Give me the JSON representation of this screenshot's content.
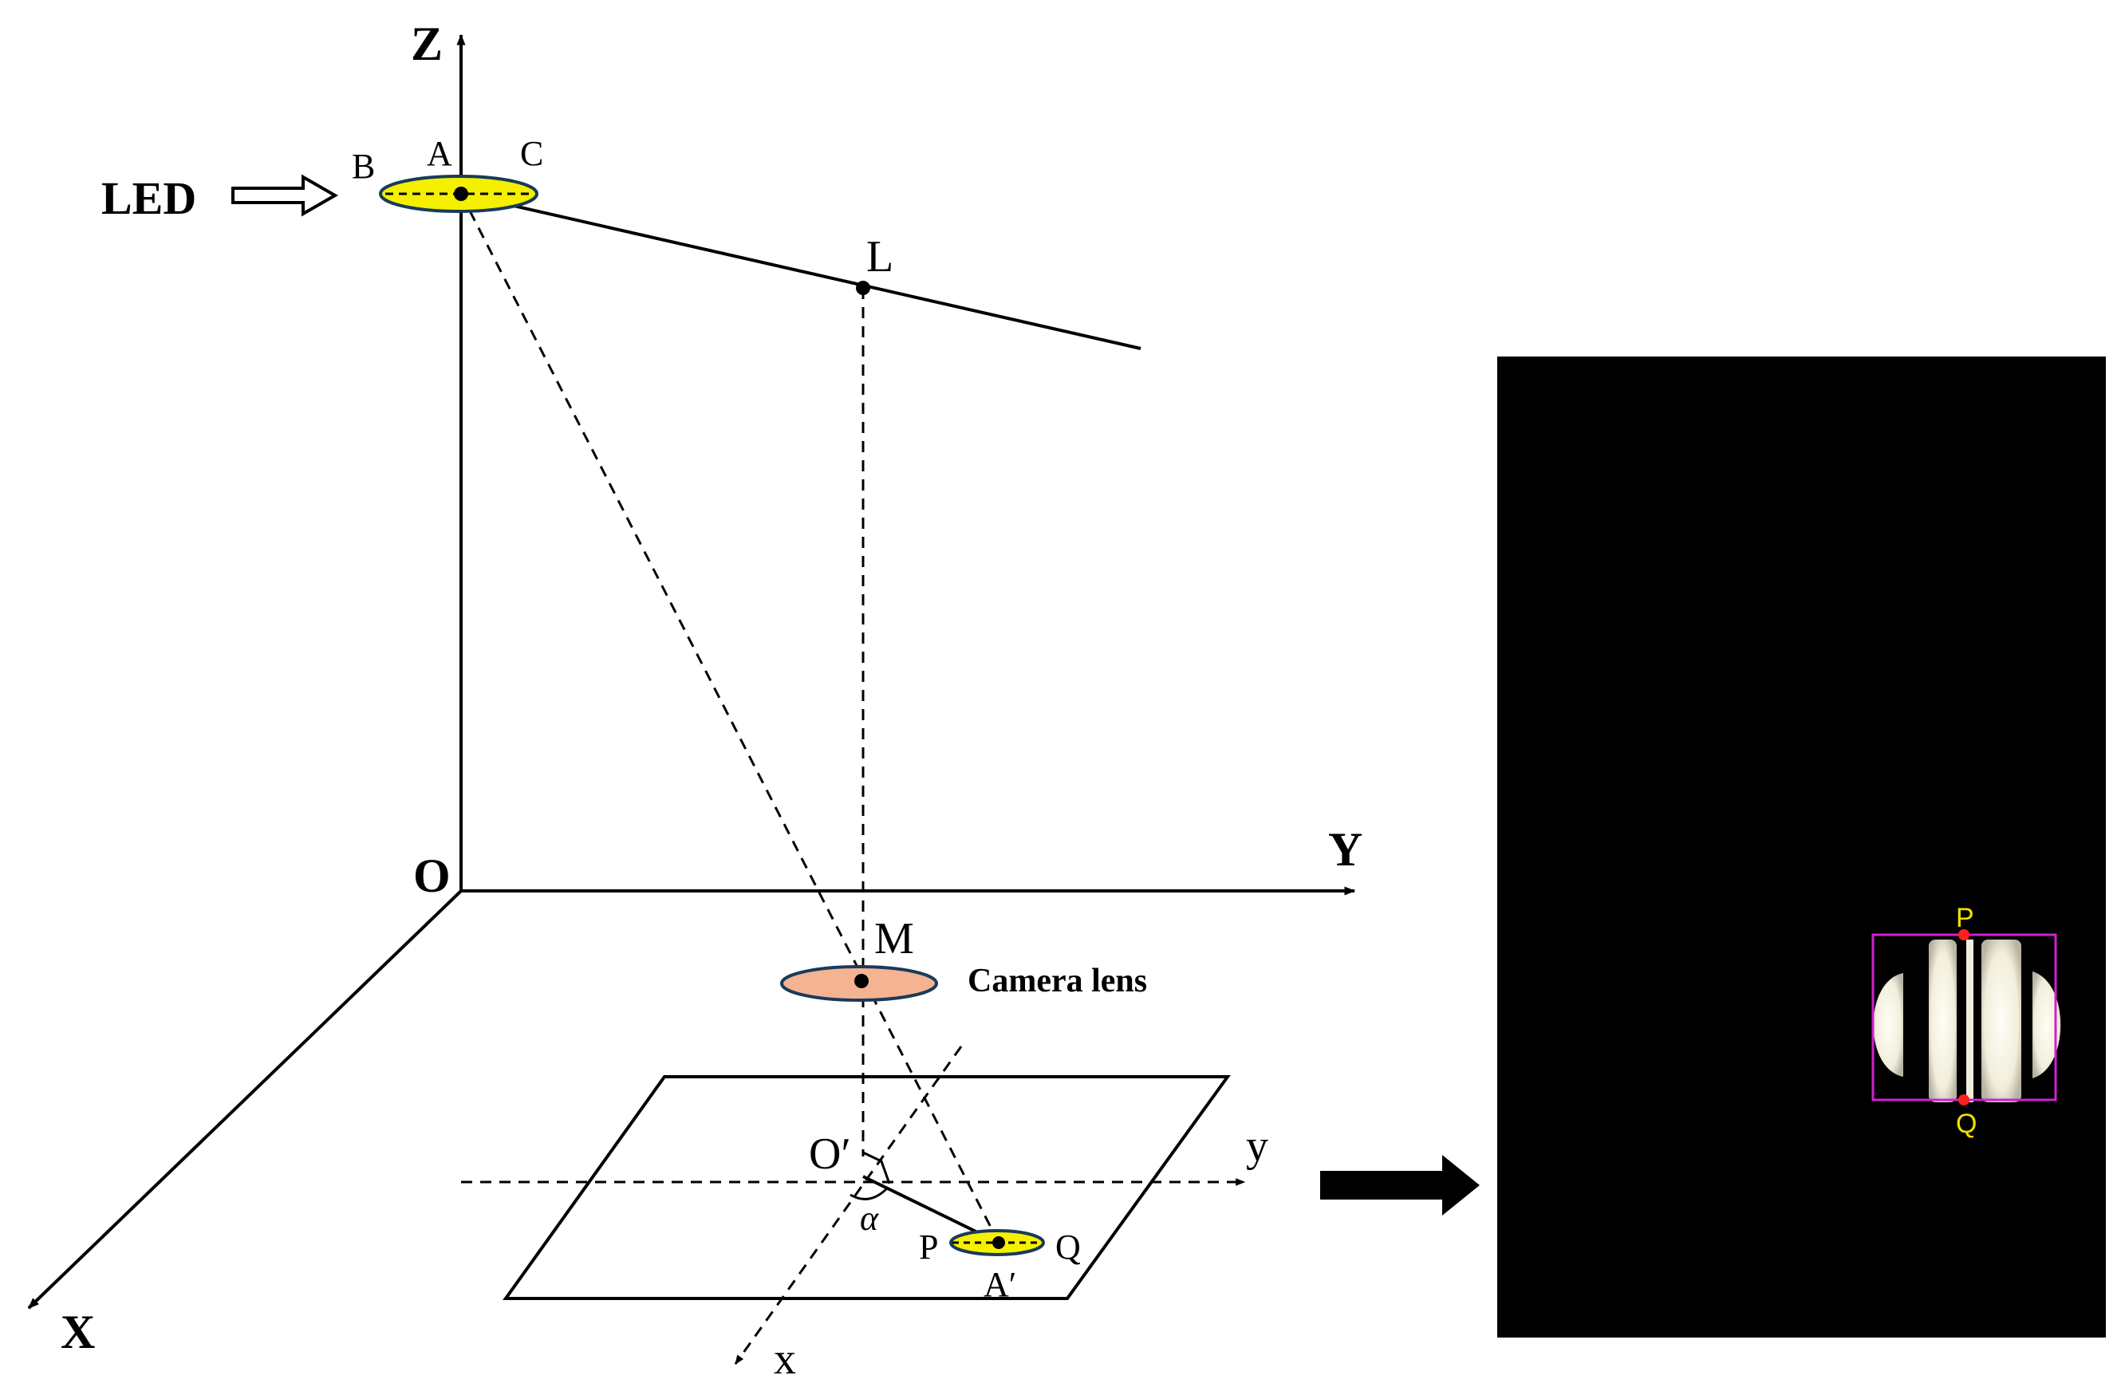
{
  "axes": {
    "z": "Z",
    "y": "Y",
    "x": "X",
    "origin": "O"
  },
  "led": {
    "label": "LED",
    "point_a": "A",
    "point_b": "B",
    "point_c": "C",
    "color": "#f4f000"
  },
  "point_l": "L",
  "lens": {
    "point": "M",
    "label": "Camera lens",
    "color": "#f4b492"
  },
  "image_plane": {
    "origin": "O′",
    "x_axis": "x",
    "y_axis": "y",
    "angle": "α",
    "point_p": "P",
    "point_q": "Q",
    "point_a_prime": "A′"
  },
  "captured_image": {
    "point_p": "P",
    "point_q": "Q",
    "background": "#000000",
    "box_color": "#d020d0",
    "marker_color": "#ff2020",
    "label_color": "#f0e000"
  }
}
